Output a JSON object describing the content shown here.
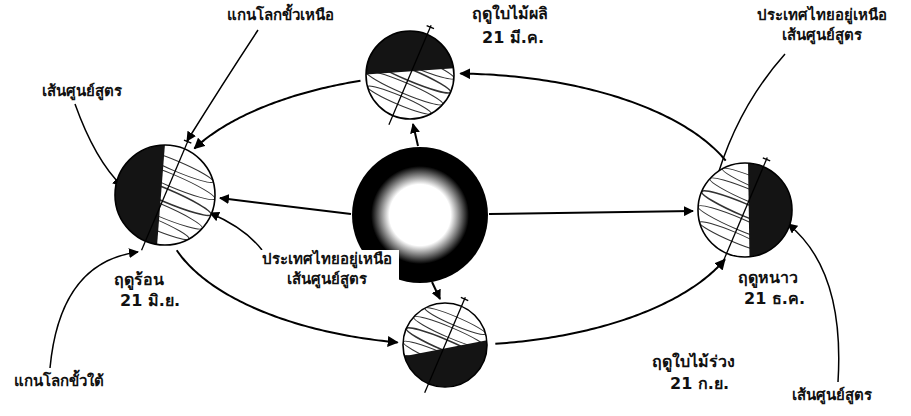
{
  "diagram": {
    "nodes": [
      {
        "text": [
          "ฤดูใบไม้ผลิ",
          "21 มี.ค."
        ]
      },
      {
        "text": [
          "ฤดูร้อน",
          "21 มิ.ย."
        ]
      },
      {
        "text": [
          "ฤดูหนาว",
          "21 ธ.ค."
        ]
      },
      {
        "text": [
          "ฤดูใบไม้ร่วง",
          "21 ก.ย."
        ]
      }
    ],
    "edges": [
      {
        "from": 0,
        "to": 1,
        "arrow": "to"
      },
      {
        "from": 1,
        "to": 3,
        "arrow": "to"
      },
      {
        "from": 3,
        "to": 2,
        "arrow": "to"
      },
      {
        "from": 2,
        "to": 0,
        "arrow": "to"
      }
    ],
    "labels": [
      "แกนโลกขั้วเหนือ",
      "ประเทศไทยอยู่เหนือ เส้นศูนย์สูตร",
      "เส้นศูนย์สูตร",
      "ประเทศไทยอยู่เหนือ เส้นศูนย์สูตร",
      "แกนโลกขั้วใต้",
      "เส้นศูนย์สูตร"
    ]
  }
}
